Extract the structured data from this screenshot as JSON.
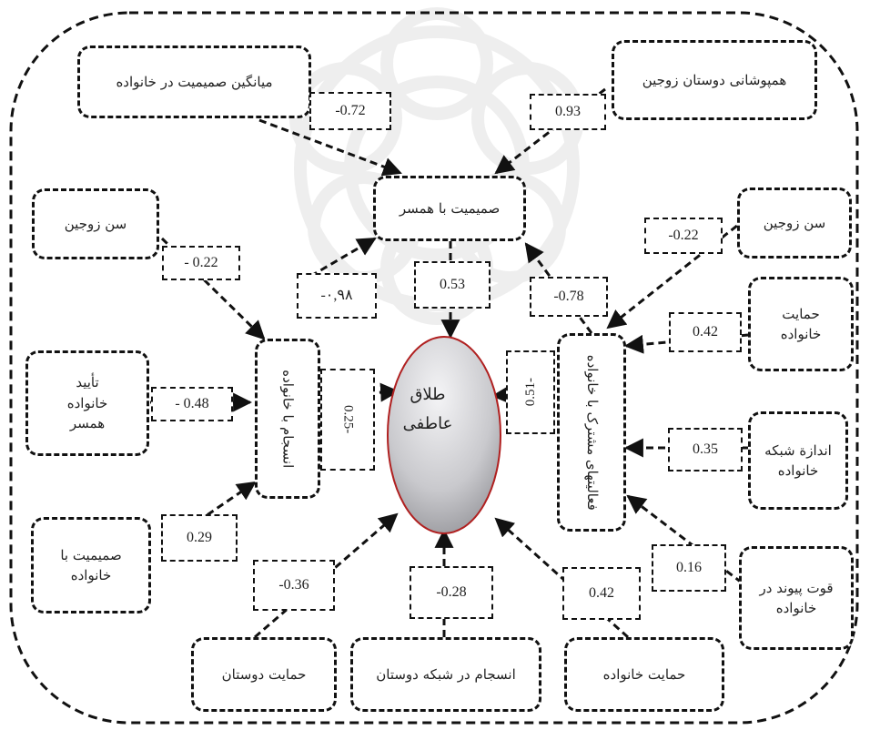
{
  "colors": {
    "stroke": "#111111",
    "ellipse_top": "#f4f4f6",
    "ellipse_bottom": "#9a9a9e",
    "ellipse_rim": "#b02020",
    "watermark": "#d8d8d8"
  },
  "outcome": {
    "line1": "طلاق",
    "line2": "عاطفی"
  },
  "mediators": {
    "intimacy_spouse": "صمیمیت با همسر",
    "family_cohesion": "انسجام با خانواده",
    "joint_activities": "فعالیتهای مشترک با خانواده"
  },
  "predictors": {
    "avg_family_intimacy": "میانگین صمیمیت در خانواده",
    "friend_overlap": "همپوشانی دوستان زوجین",
    "age_left": "سن زوجین",
    "age_right": "سن زوجین",
    "family_approval": {
      "line1": "تأیید",
      "line2": "خانواده",
      "line3": "همسر"
    },
    "family_support_right": {
      "line1": "حمایت",
      "line2": "خانواده"
    },
    "network_size": {
      "line1": "اندازة شبکه",
      "line2": "خانواده"
    },
    "intimacy_family": {
      "line1": "صمیمیت با",
      "line2": "خانواده"
    },
    "tie_strength": {
      "line1": "قوت پیوند در",
      "line2": "خانواده"
    },
    "friend_support": "حمایت دوستان",
    "friend_network_cohesion": "انسجام در شبکه دوستان",
    "family_support_bottom": "حمایت خانواده"
  },
  "coefficients": {
    "avg_family_intimacy": "-0.72",
    "friend_overlap": "0.93",
    "age_left": "- 0.22",
    "age_right": "-0.22",
    "family_approval": "- 0.48",
    "cohesion_to_intimacy": "-۰,۹۸",
    "intimacy_to_outcome": "0.53",
    "activities_to_intimacy": "-0.78",
    "family_support_right": "0.42",
    "cohesion_to_outcome": "-0.25",
    "activities_to_outcome": "-0.51",
    "network_size": "0.35",
    "intimacy_family": "0.29",
    "tie_strength": "0.16",
    "friend_support": "-0.36",
    "friend_network_cohesion": "-0.28",
    "family_support_bottom": "0.42"
  }
}
